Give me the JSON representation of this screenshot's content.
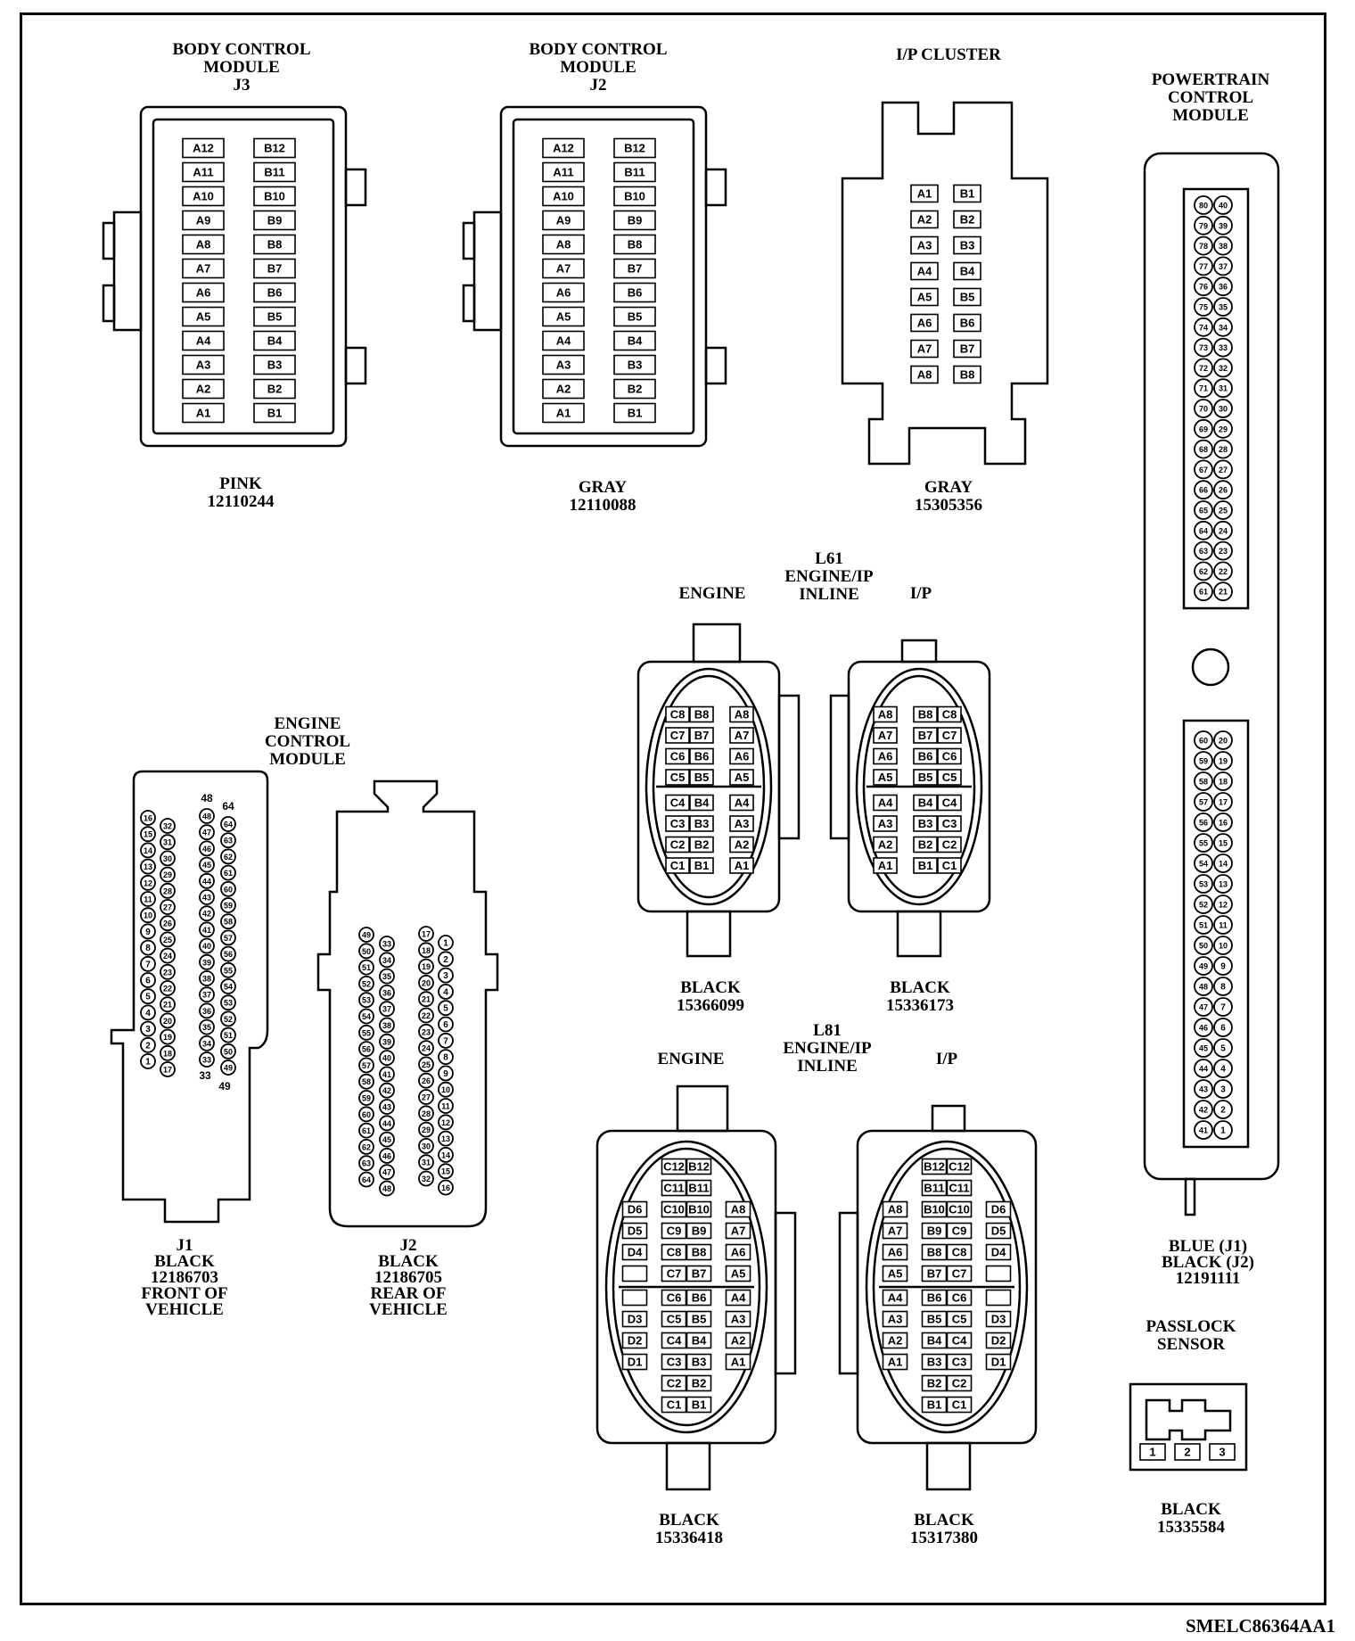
{
  "diagram_code": "SMELC86364AA1",
  "connectors": {
    "bcm_j3": {
      "title": [
        "BODY CONTROL",
        "MODULE",
        "J3"
      ],
      "color": "PINK",
      "part": "12110244",
      "pins_a": [
        "A12",
        "A11",
        "A10",
        "A9",
        "A8",
        "A7",
        "A6",
        "A5",
        "A4",
        "A3",
        "A2",
        "A1"
      ],
      "pins_b": [
        "B12",
        "B11",
        "B10",
        "B9",
        "B8",
        "B7",
        "B6",
        "B5",
        "B4",
        "B3",
        "B2",
        "B1"
      ]
    },
    "bcm_j2": {
      "title": [
        "BODY CONTROL",
        "MODULE",
        "J2"
      ],
      "color": "GRAY",
      "part": "12110088",
      "pins_a": [
        "A12",
        "A11",
        "A10",
        "A9",
        "A8",
        "A7",
        "A6",
        "A5",
        "A4",
        "A3",
        "A2",
        "A1"
      ],
      "pins_b": [
        "B12",
        "B11",
        "B10",
        "B9",
        "B8",
        "B7",
        "B6",
        "B5",
        "B4",
        "B3",
        "B2",
        "B1"
      ]
    },
    "ip_cluster": {
      "title": [
        "I/P CLUSTER"
      ],
      "color": "GRAY",
      "part": "15305356",
      "pins_a": [
        "A1",
        "A2",
        "A3",
        "A4",
        "A5",
        "A6",
        "A7",
        "A8"
      ],
      "pins_b": [
        "B1",
        "B2",
        "B3",
        "B4",
        "B5",
        "B6",
        "B7",
        "B8"
      ]
    },
    "pcm": {
      "title": [
        "POWERTRAIN",
        "CONTROL",
        "MODULE"
      ],
      "color": [
        "BLUE (J1)",
        "BLACK (J2)"
      ],
      "part": "12191111",
      "upper_left": [
        "80",
        "79",
        "78",
        "77",
        "76",
        "75",
        "74",
        "73",
        "72",
        "71",
        "70",
        "69",
        "68",
        "67",
        "66",
        "65",
        "64",
        "63",
        "62",
        "61"
      ],
      "upper_right": [
        "40",
        "39",
        "38",
        "37",
        "36",
        "35",
        "34",
        "33",
        "32",
        "31",
        "30",
        "29",
        "28",
        "27",
        "26",
        "25",
        "24",
        "23",
        "22",
        "21"
      ],
      "lower_left": [
        "60",
        "59",
        "58",
        "57",
        "56",
        "55",
        "54",
        "53",
        "52",
        "51",
        "50",
        "49",
        "48",
        "47",
        "46",
        "45",
        "44",
        "43",
        "42",
        "41"
      ],
      "lower_right": [
        "20",
        "19",
        "18",
        "17",
        "16",
        "15",
        "14",
        "13",
        "12",
        "11",
        "10",
        "9",
        "8",
        "7",
        "6",
        "5",
        "4",
        "3",
        "2",
        "1"
      ]
    },
    "l61": {
      "title": [
        "L61",
        "ENGINE/IP",
        "INLINE"
      ],
      "engine_label": "ENGINE",
      "ip_label": "I/P",
      "engine_color": "BLACK",
      "engine_part": "15366099",
      "ip_color": "BLACK",
      "ip_part": "15336173",
      "rows_c": [
        "C8",
        "C7",
        "C6",
        "C5",
        "C4",
        "C3",
        "C2",
        "C1"
      ],
      "rows_b": [
        "B8",
        "B7",
        "B6",
        "B5",
        "B4",
        "B3",
        "B2",
        "B1"
      ],
      "rows_a": [
        "A8",
        "A7",
        "A6",
        "A5",
        "A4",
        "A3",
        "A2",
        "A1"
      ]
    },
    "l81": {
      "title": [
        "L81",
        "ENGINE/IP",
        "INLINE"
      ],
      "engine_label": "ENGINE",
      "ip_label": "I/P",
      "engine_color": "BLACK",
      "engine_part": "15336418",
      "ip_color": "BLACK",
      "ip_part": "15317380",
      "rows_c": [
        "C12",
        "C11",
        "C10",
        "C9",
        "C8",
        "C7",
        "C6",
        "C5",
        "C4",
        "C3",
        "C2",
        "C1"
      ],
      "rows_b": [
        "B12",
        "B11",
        "B10",
        "B9",
        "B8",
        "B7",
        "B6",
        "B5",
        "B4",
        "B3",
        "B2",
        "B1"
      ],
      "rows_d": [
        "D6",
        "D5",
        "D4",
        "",
        "",
        "D3",
        "D2",
        "D1"
      ],
      "rows_a": [
        "A8",
        "A7",
        "A6",
        "A5",
        "A4",
        "A3",
        "A2",
        "A1"
      ]
    },
    "ecm": {
      "title": [
        "ENGINE",
        "CONTROL",
        "MODULE"
      ],
      "j1_label": "J1",
      "j1_color": "BLACK",
      "j1_part": "12186703",
      "j1_note": [
        "FRONT OF",
        "VEHICLE"
      ],
      "j2_label": "J2",
      "j2_color": "BLACK",
      "j2_part": "12186705",
      "j2_note": [
        "REAR OF",
        "VEHICLE"
      ],
      "j1_col1": [
        "16",
        "15",
        "14",
        "13",
        "12",
        "11",
        "10",
        "9",
        "8",
        "7",
        "6",
        "5",
        "4",
        "3",
        "2",
        "1"
      ],
      "j1_col2": [
        "32",
        "31",
        "30",
        "29",
        "28",
        "27",
        "26",
        "25",
        "24",
        "23",
        "22",
        "21",
        "20",
        "19",
        "18",
        "17"
      ],
      "j1_col3": [
        "48",
        "47",
        "46",
        "45",
        "44",
        "43",
        "42",
        "41",
        "40",
        "39",
        "38",
        "37",
        "36",
        "35",
        "34",
        "33"
      ],
      "j1_col4": [
        "64",
        "63",
        "62",
        "61",
        "60",
        "59",
        "58",
        "57",
        "56",
        "55",
        "54",
        "53",
        "52",
        "51",
        "50",
        "49"
      ],
      "j1_top_labels": [
        "48",
        "64"
      ],
      "j1_bottom_labels": [
        "33",
        "49"
      ],
      "j2_col1": [
        "49",
        "50",
        "51",
        "52",
        "53",
        "54",
        "55",
        "56",
        "57",
        "58",
        "59",
        "60",
        "61",
        "62",
        "63",
        "64"
      ],
      "j2_col2": [
        "33",
        "34",
        "35",
        "36",
        "37",
        "38",
        "39",
        "40",
        "41",
        "42",
        "43",
        "44",
        "45",
        "46",
        "47",
        "48"
      ],
      "j2_col3": [
        "17",
        "18",
        "19",
        "20",
        "21",
        "22",
        "23",
        "24",
        "25",
        "26",
        "27",
        "28",
        "29",
        "30",
        "31",
        "32"
      ],
      "j2_col4": [
        "1",
        "2",
        "3",
        "4",
        "5",
        "6",
        "7",
        "8",
        "9",
        "10",
        "11",
        "12",
        "13",
        "14",
        "15",
        "16"
      ]
    },
    "passlock": {
      "title": [
        "PASSLOCK",
        "SENSOR"
      ],
      "color": "BLACK",
      "part": "15335584",
      "pins": [
        "1",
        "2",
        "3"
      ]
    }
  }
}
